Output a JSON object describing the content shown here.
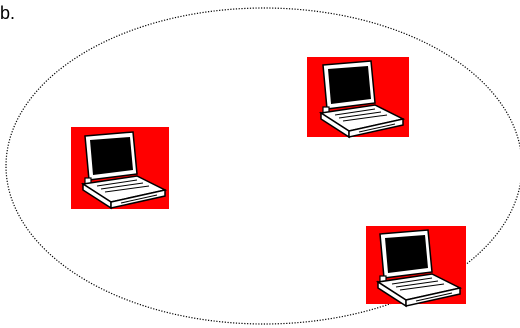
{
  "figure": {
    "label": "b.",
    "boundary": {
      "shape": "ellipse",
      "stroke": "#000000",
      "style": "dotted"
    },
    "node_background_color": "#ff0000",
    "nodes": [
      {
        "name": "laptop-left",
        "icon": "laptop-icon"
      },
      {
        "name": "laptop-top-right",
        "icon": "laptop-icon"
      },
      {
        "name": "laptop-bottom-right",
        "icon": "laptop-icon"
      }
    ]
  }
}
